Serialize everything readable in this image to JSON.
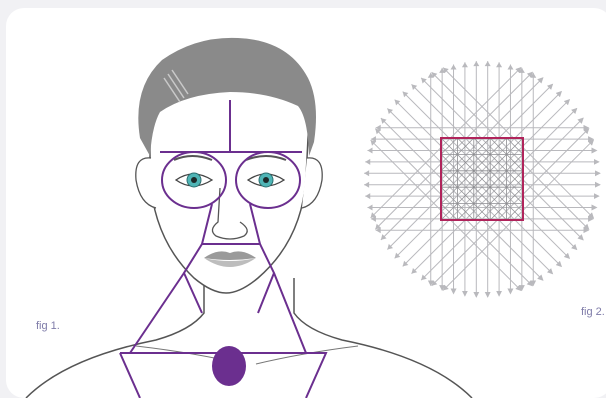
{
  "captions": {
    "fig1": "fig 1.",
    "fig2": "fig 2."
  },
  "colors": {
    "background": "#f1f1f4",
    "card": "#ffffff",
    "guide_lines": "#6b2f8f",
    "oval_fill": "#6b2f8f",
    "grid_square": "#b0245b",
    "arrows": "#b9b9bd",
    "hair": "#8a8a8a",
    "outline": "#555555",
    "iris": "#4fb5b6",
    "lips": "#9a9a9a",
    "caption_text": "#7e7ba8"
  },
  "figures": [
    {
      "id": "fig1",
      "name": "face-with-guide-lines"
    },
    {
      "id": "fig2",
      "name": "radiating-arrow-grid"
    }
  ],
  "grid": {
    "cells": 5,
    "arrows_per_side": 10
  }
}
